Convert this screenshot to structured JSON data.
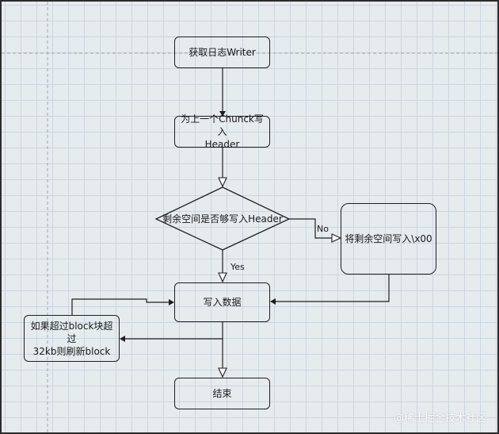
{
  "nodes": {
    "get_writer": "获取日志Writer",
    "write_header": "为上一个Chunck写入\nHeader",
    "decision": "剩余空间是否够写入Header",
    "write_x00": "将剩余空间写入\\x00",
    "write_data": "写入数据",
    "new_block": "如果超过block块超过\n32kb则刷新block",
    "end": "结束"
  },
  "edges": {
    "yes": "Yes",
    "no": "No"
  },
  "watermark": "@稀土掘金技术社区"
}
